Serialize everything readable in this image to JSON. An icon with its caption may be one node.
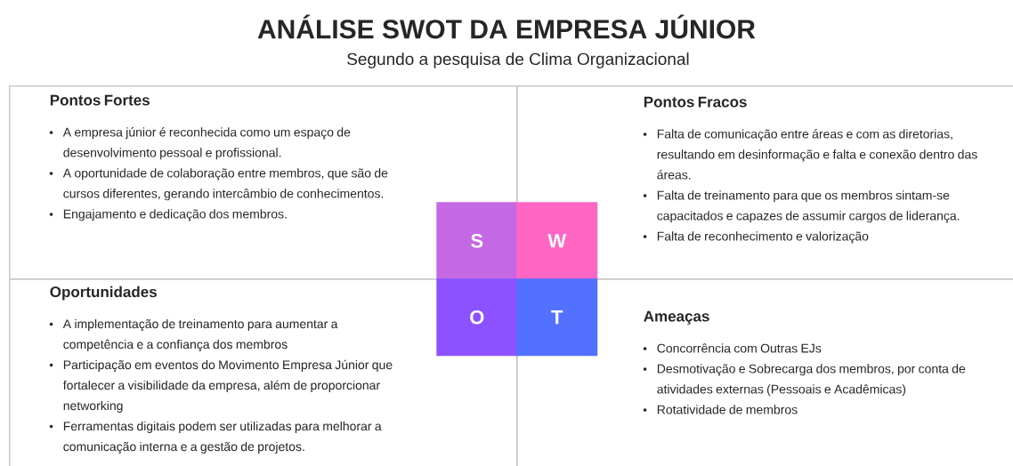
{
  "diagram": {
    "title": "ANÁLISE SWOT DA EMPRESA JÚNIOR",
    "caption": "Segundo a pesquisa de Clima Organizacional",
    "nodes": [
      {
        "text": [
          "Pontos Fortes",
          "A empresa júnior é reconhecida como um espaço de desenvolvimento pessoal e profissional.",
          "A  oportunidade de colaboração entre membros, que são de cursos diferentes, gerando intercâmbio de conhecimentos.",
          "Engajamento e dedicação dos membros."
        ]
      },
      {
        "text": [
          "Pontos Fracos",
          "Falta de comunicação entre áreas e com as diretorias, resultando em desinformação e falta e conexão dentro das áreas.",
          "Falta de treinamento para que os membros sintam-se capacitados e capazes de assumir cargos de liderança.",
          "Falta de reconhecimento e valorização"
        ]
      },
      {
        "text": [
          "Oportunidades",
          "A implementação de treinamento para aumentar a competência e a confiança dos membros",
          "Participação em eventos do Movimento  Empresa Júnior que fortalecer a visibilidade da empresa, além de proporcionar networking",
          "Ferramentas digitais podem ser utilizadas para melhorar a comunicação interna e a gestão de projetos."
        ]
      },
      {
        "text": [
          "Ameaças",
          "Concorrência com Outras EJs",
          "Desmotivação e Sobrecarga dos membros, por conta de atividades externas (Pessoais e Acadêmicas)",
          "Rotatividade de membros"
        ]
      },
      {
        "text": [
          "S"
        ],
        "in": 0
      },
      {
        "text": [
          "W"
        ],
        "in": 1
      },
      {
        "text": [
          "O"
        ],
        "in": 2
      },
      {
        "text": [
          "T"
        ],
        "in": 3
      }
    ]
  }
}
